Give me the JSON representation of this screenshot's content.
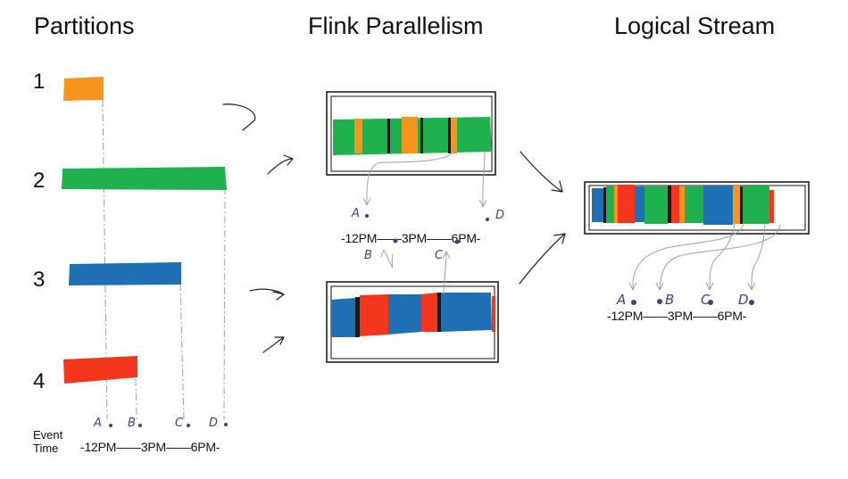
{
  "headings": {
    "partitions": "Partitions",
    "parallelism": "Flink Parallelism",
    "logical": "Logical Stream"
  },
  "partitions": [
    {
      "label": "1",
      "color": "#f7941d"
    },
    {
      "label": "2",
      "color": "#1fb14d"
    },
    {
      "label": "3",
      "color": "#1f6fb5"
    },
    {
      "label": "4",
      "color": "#f5361e"
    }
  ],
  "event_time": {
    "line1": "Event",
    "line2": "Time"
  },
  "timeline": {
    "left": "-12PM——3PM——6PM-",
    "middle": "-12PM——3PM——6PM-",
    "right": "-12PM——3PM——6PM-"
  },
  "markers": {
    "left": {
      "a": "A",
      "b": "B",
      "c": "C",
      "d": "D"
    },
    "middle": {
      "a": "A",
      "b": "B",
      "c": "C",
      "d": "D"
    },
    "right": {
      "a": "A",
      "b": "B",
      "c": "C",
      "d": "D"
    }
  },
  "colors": {
    "orange": "#f7941d",
    "green": "#1fb14d",
    "blue": "#1f6fb5",
    "red": "#f5361e",
    "dark": "#1a1a1a",
    "marker": "#4a3b8c",
    "arrow": "#9aa3a3"
  }
}
